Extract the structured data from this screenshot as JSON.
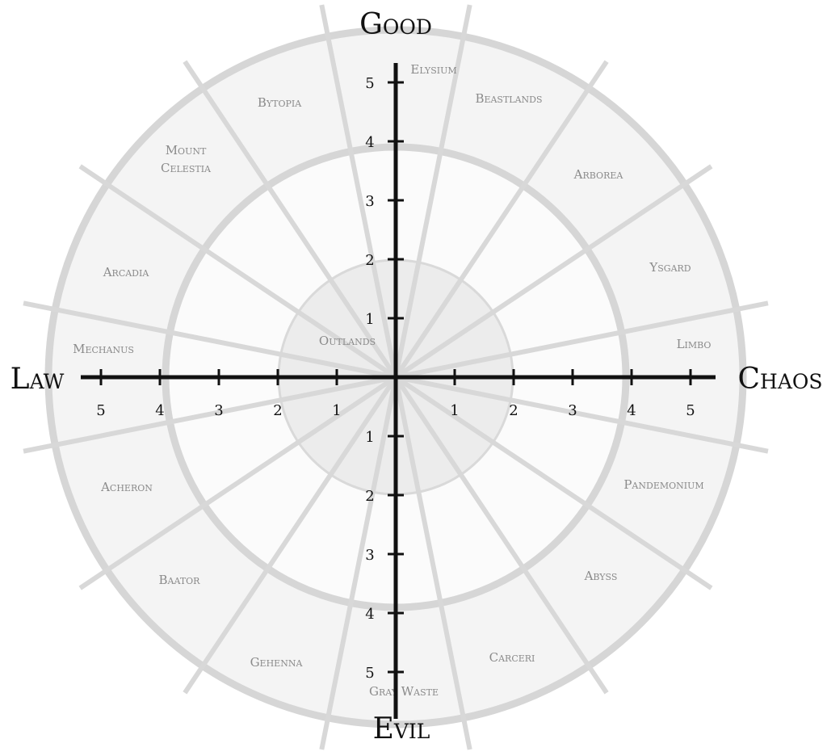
{
  "axes": {
    "top": "Good",
    "bottom": "Evil",
    "left": "Law",
    "right": "Chaos"
  },
  "ticks": {
    "up": [
      "1",
      "2",
      "3",
      "4",
      "5"
    ],
    "down": [
      "1",
      "2",
      "3",
      "4",
      "5"
    ],
    "left": [
      "1",
      "2",
      "3",
      "4",
      "5"
    ],
    "right": [
      "1",
      "2",
      "3",
      "4",
      "5"
    ]
  },
  "center_label": "Outlands",
  "planes": [
    {
      "lines": [
        "Elysium"
      ]
    },
    {
      "lines": [
        "Beastlands"
      ]
    },
    {
      "lines": [
        "Arborea"
      ]
    },
    {
      "lines": [
        "Ysgard"
      ]
    },
    {
      "lines": [
        "Limbo"
      ]
    },
    {
      "lines": [
        "Pandemonium"
      ]
    },
    {
      "lines": [
        "Abyss"
      ]
    },
    {
      "lines": [
        "Carceri"
      ]
    },
    {
      "lines": [
        "Gray Waste"
      ]
    },
    {
      "lines": [
        "Gehenna"
      ]
    },
    {
      "lines": [
        "Baator"
      ]
    },
    {
      "lines": [
        "Acheron"
      ]
    },
    {
      "lines": [
        "Mechanus"
      ]
    },
    {
      "lines": [
        "Arcadia"
      ]
    },
    {
      "lines": [
        "Mount",
        "Celestia"
      ]
    },
    {
      "lines": [
        "Bytopia"
      ]
    }
  ]
}
